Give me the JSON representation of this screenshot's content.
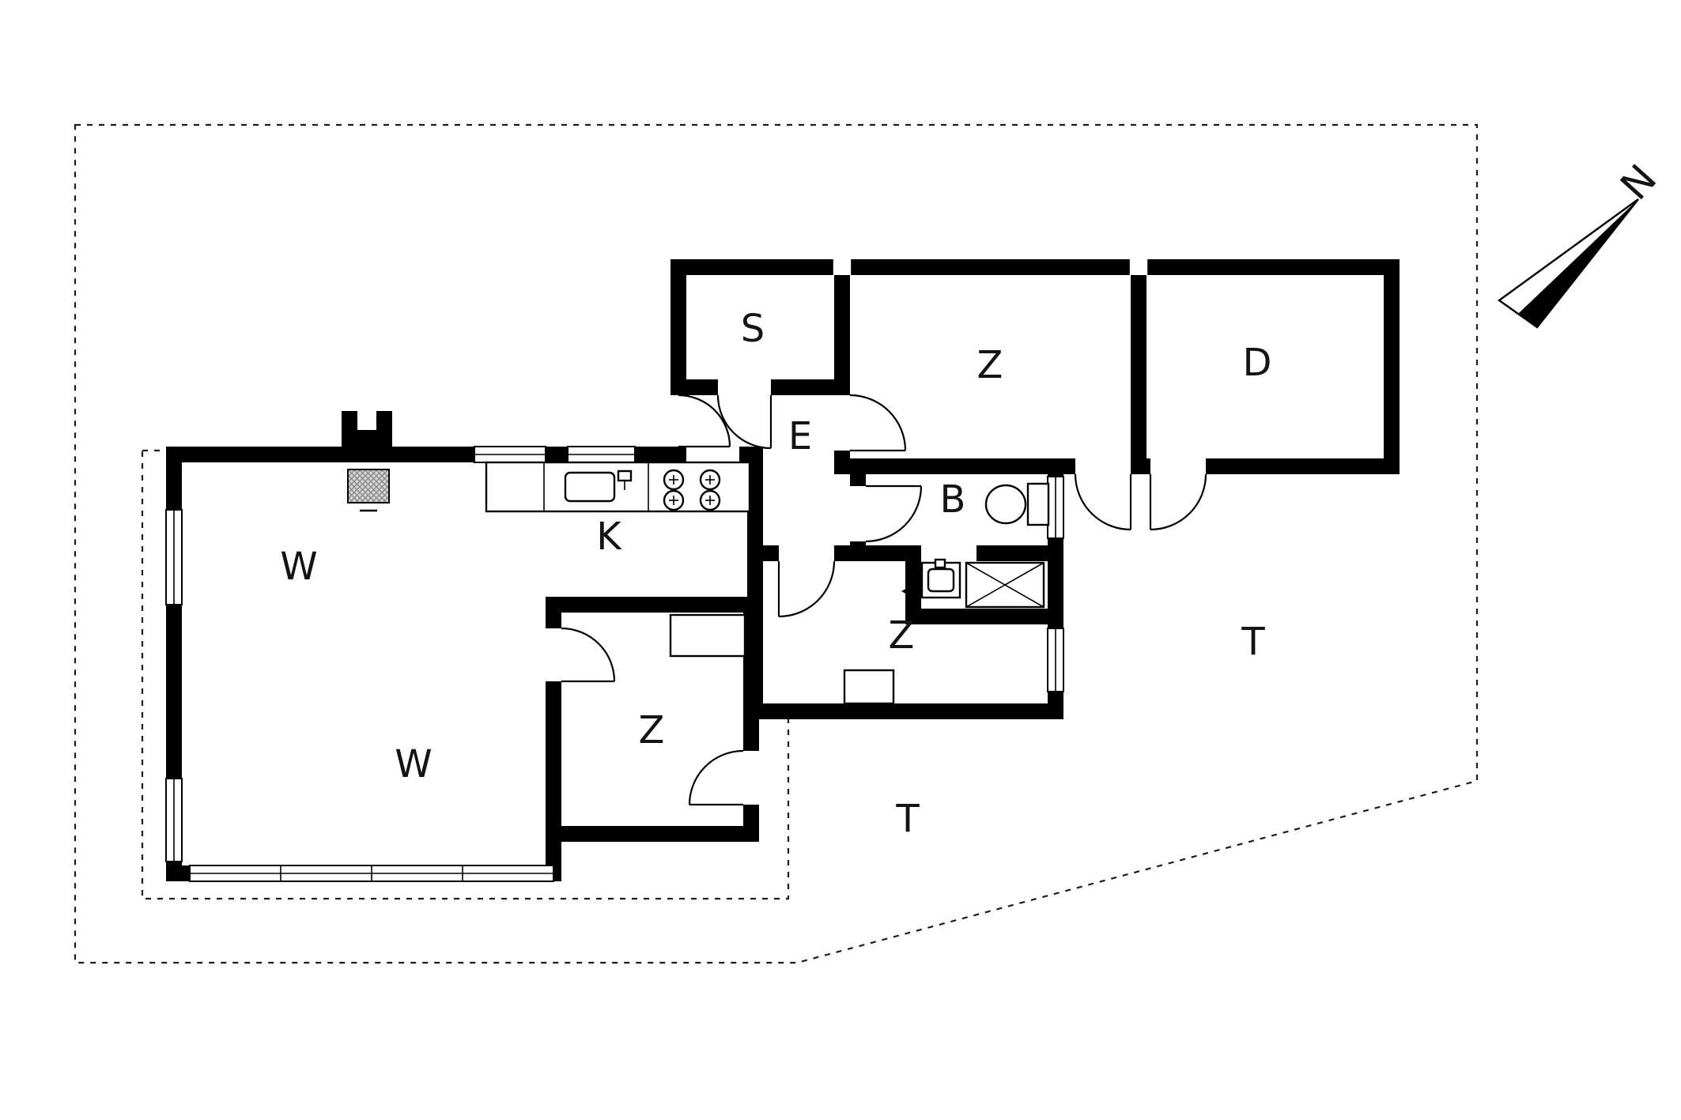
{
  "colors": {
    "wall": "#000000",
    "paper": "#ffffff",
    "line": "#1c1c1c",
    "hatch_fill": "#d6d6d6",
    "hatch_line": "#8a8a8a"
  },
  "compass": {
    "label": "N"
  },
  "rooms": [
    {
      "id": "room-s",
      "label": "S"
    },
    {
      "id": "room-z-north",
      "label": "Z"
    },
    {
      "id": "room-d",
      "label": "D"
    },
    {
      "id": "hall-e",
      "label": "E"
    },
    {
      "id": "bath-b",
      "label": "B"
    },
    {
      "id": "kitchen-k",
      "label": "K"
    },
    {
      "id": "living-w-north",
      "label": "W"
    },
    {
      "id": "living-w-south",
      "label": "W"
    },
    {
      "id": "room-z-middle",
      "label": "Z"
    },
    {
      "id": "room-z-south",
      "label": "Z"
    },
    {
      "id": "terrace-t-east",
      "label": "T"
    },
    {
      "id": "terrace-t-south",
      "label": "T"
    }
  ],
  "fixtures": [
    "chimney",
    "vent",
    "kitchen-sink",
    "stove",
    "toilet",
    "bath-sink",
    "shower",
    "closet",
    "closet",
    "door-swing-marker"
  ]
}
